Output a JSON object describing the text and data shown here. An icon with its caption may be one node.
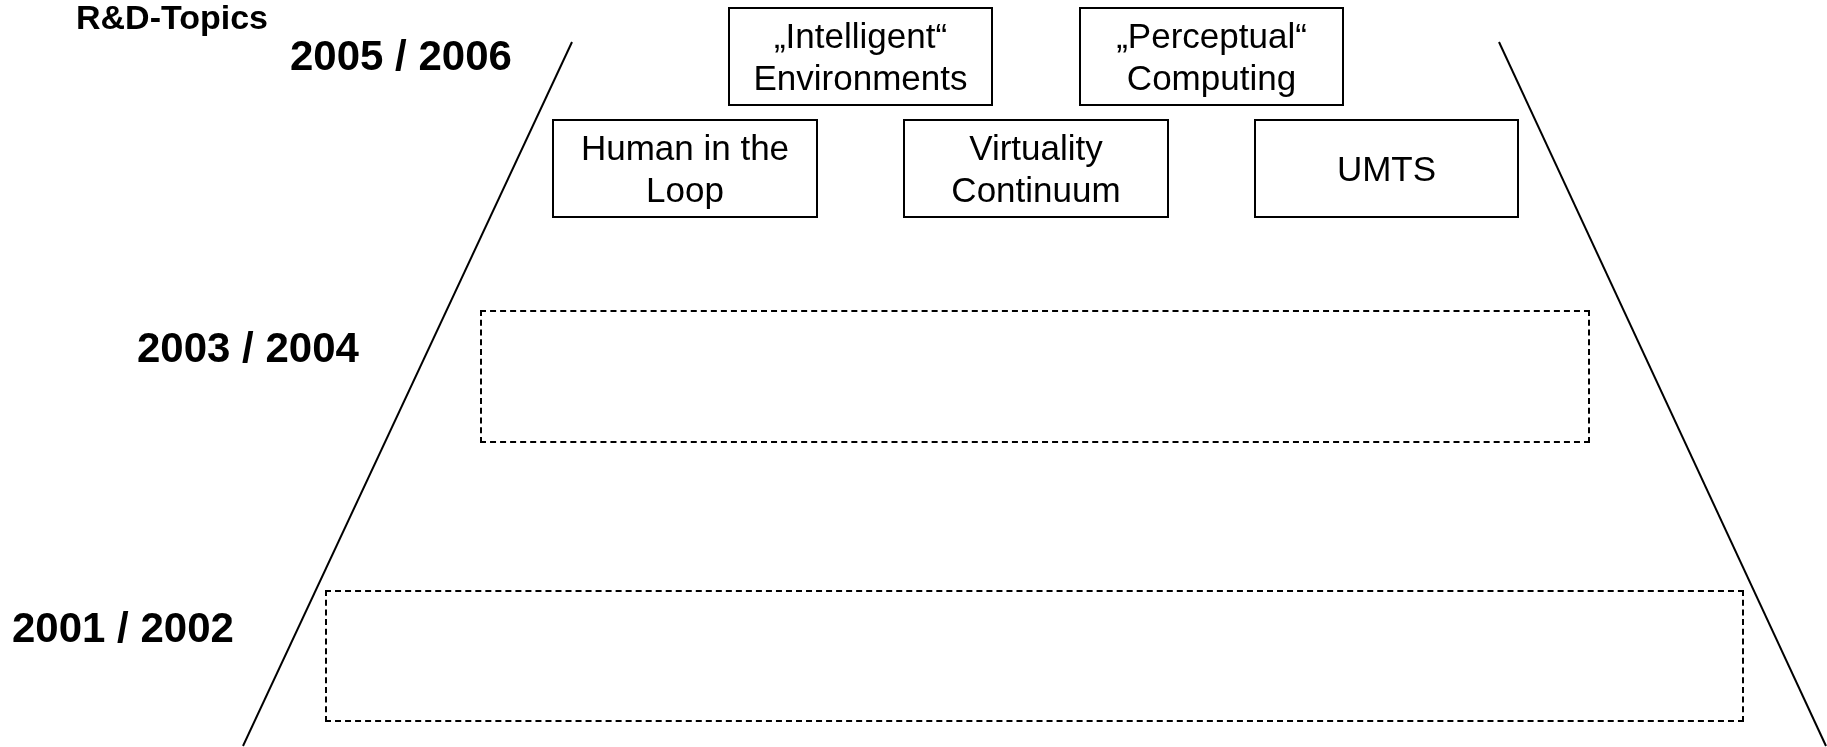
{
  "diagram": {
    "title": "R&D-Topics",
    "nodes": [
      {
        "text": [
          "„Intelligent“ Environments"
        ]
      },
      {
        "text": [
          "„Perceptual“ Computing"
        ]
      },
      {
        "text": [
          "Human in the Loop"
        ]
      },
      {
        "text": [
          "Virtuality Continuum"
        ]
      },
      {
        "text": [
          "UMTS"
        ]
      },
      {
        "text": [],
        "shape": "box"
      },
      {
        "text": [],
        "shape": "box"
      }
    ],
    "labels": [
      "2005 / 2006",
      "2003 / 2004",
      "2001 / 2002"
    ]
  }
}
